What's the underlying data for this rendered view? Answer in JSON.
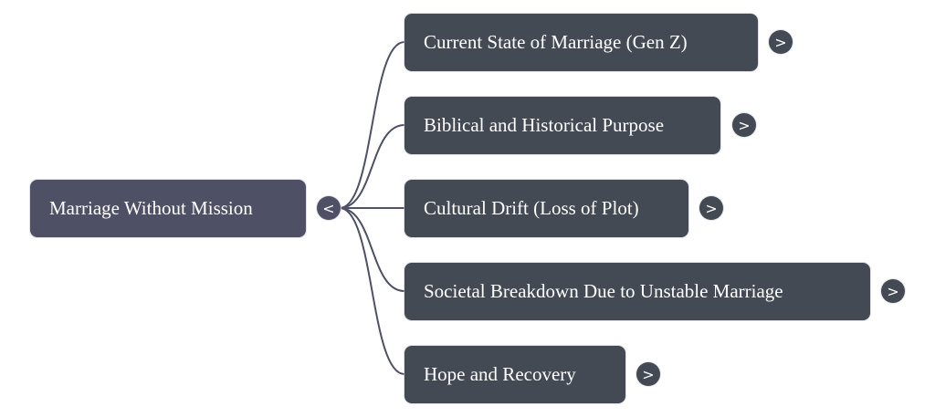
{
  "mindmap": {
    "root": {
      "label": "Marriage Without Mission",
      "toggle_icon": "<",
      "toggle_name": "collapse-icon"
    },
    "children": [
      {
        "label": "Current State of Marriage (Gen Z)",
        "toggle_icon": ">"
      },
      {
        "label": "Biblical and Historical Purpose",
        "toggle_icon": ">"
      },
      {
        "label": "Cultural Drift (Loss of Plot)",
        "toggle_icon": ">"
      },
      {
        "label": "Societal Breakdown Due to Unstable Marriage",
        "toggle_icon": ">"
      },
      {
        "label": "Hope and Recovery",
        "toggle_icon": ">"
      }
    ]
  },
  "colors": {
    "root": "#4e5066",
    "child": "#444a54",
    "link": "#4e5066"
  }
}
